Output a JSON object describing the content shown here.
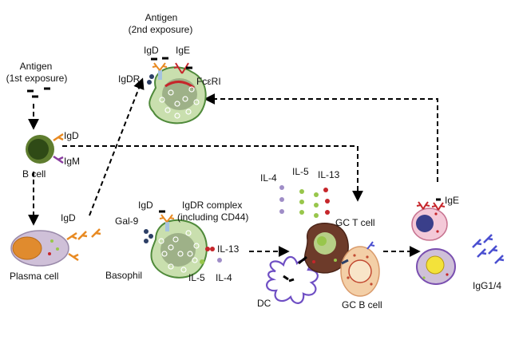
{
  "labels": {
    "antigen_first_title": "Antigen",
    "antigen_first_sub": "(1st exposure)",
    "antigen_second_title": "Antigen",
    "antigen_second_sub": "(2nd exposure)",
    "igd_top": "IgD",
    "ige_top": "IgE",
    "igdr_top": "IgDR",
    "fceri": "FcεRI",
    "igd_bcell": "IgD",
    "igm_bcell": "IgM",
    "b_cell": "B cell",
    "igd_left": "IgD",
    "plasma_cell": "Plasma cell",
    "gal9": "Gal-9",
    "igd_basophil": "IgD",
    "igdr_complex_1": "IgDR complex",
    "igdr_complex_2": "(including CD44)",
    "basophil": "Basophil",
    "il13_basophil": "IL-13",
    "il5_basophil": "IL-5",
    "il4_basophil": "IL-4",
    "il4_top": "IL-4",
    "il5_top": "IL-5",
    "il13_top": "IL-13",
    "gc_t_cell": "GC T cell",
    "gc_b_cell": "GC B cell",
    "dc": "DC",
    "ige_right": "IgE",
    "igg14": "IgG1/4"
  },
  "colors": {
    "arrow": "#000000",
    "basophil_fill": "#c9dfae",
    "basophil_outline": "#4f8a3a",
    "b_cell_fill": "#2f4a16",
    "plasma_fill": "#cfc0d8",
    "plasma_nucleus": "#e08b2e",
    "gc_t_fill": "#6d3b2a",
    "gc_b_fill": "#f3cfa7",
    "dc_outline": "#6f4fc4",
    "ige_color": "#d4202a",
    "igd_color": "#e88a22",
    "igg_color": "#4a4fd0",
    "igdr_color": "#a5c3e0",
    "il4_dot": "#9f8dc7",
    "il5_dot": "#98c64b",
    "il13_dot": "#c6262b"
  },
  "icons": [
    "antigen-icon",
    "antibody-icon",
    "cell-icon"
  ]
}
